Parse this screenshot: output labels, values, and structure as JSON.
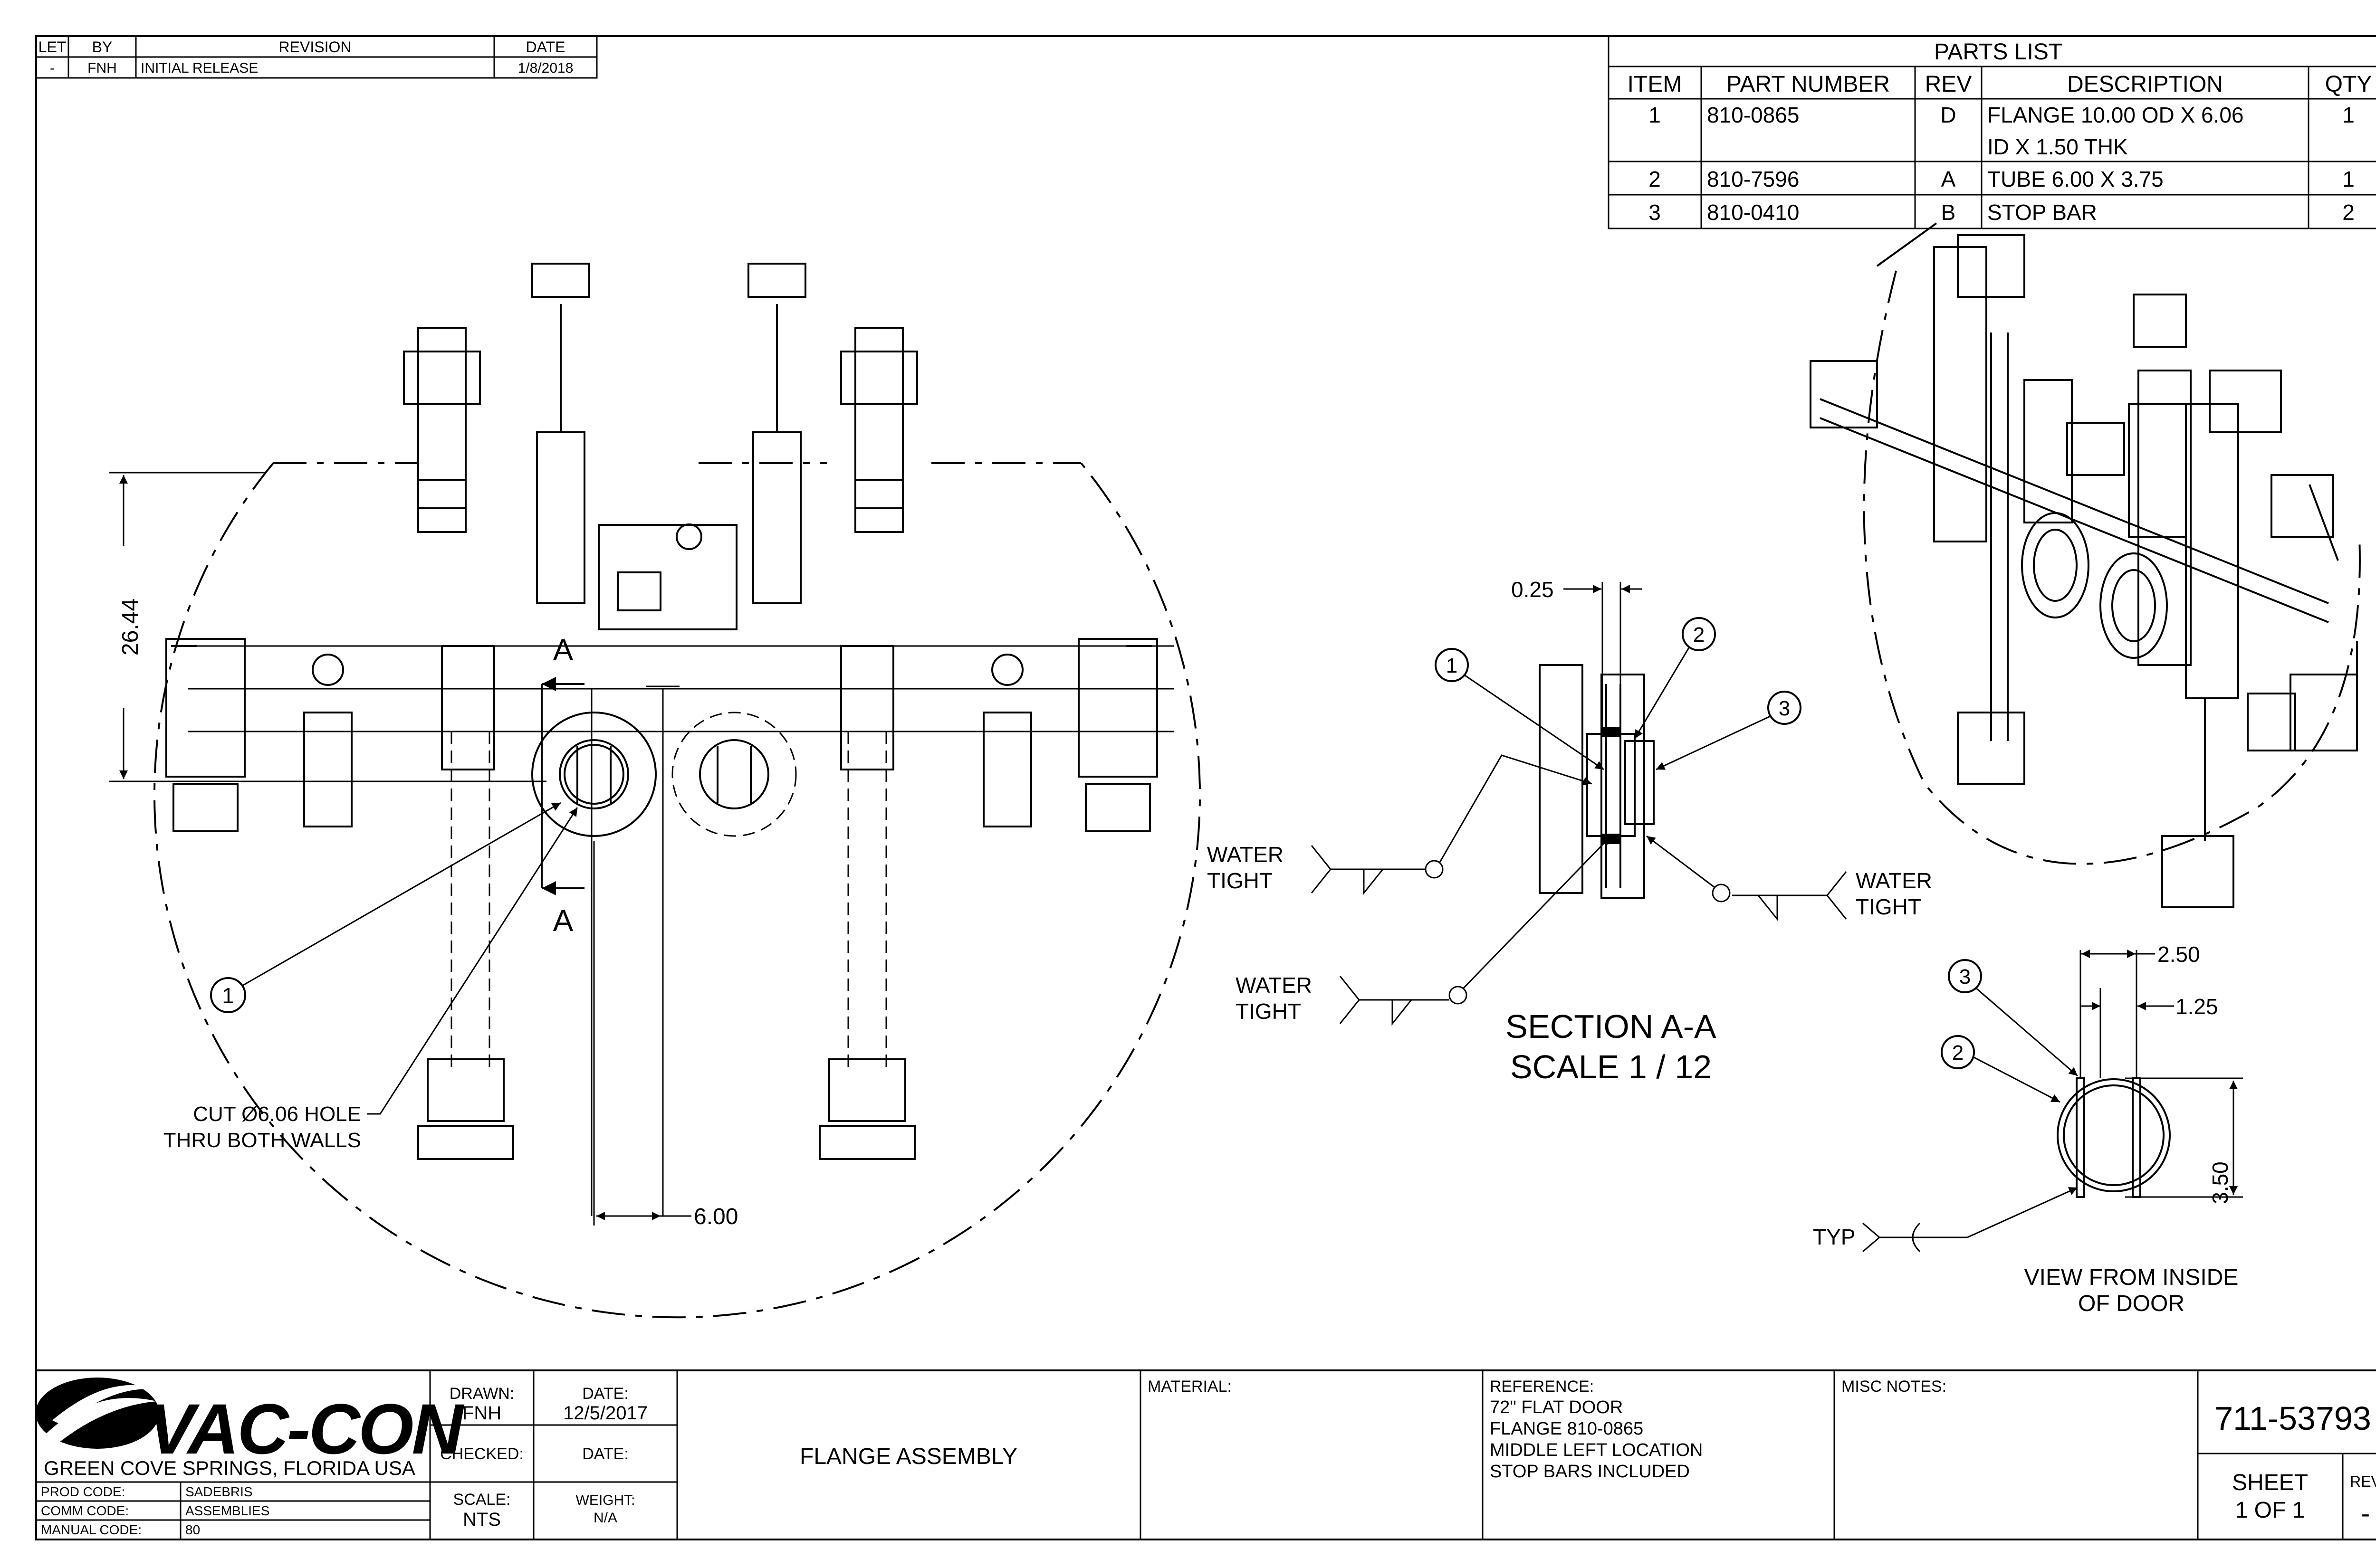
{
  "revision_block": {
    "headers": [
      "LET",
      "BY",
      "REVISION",
      "DATE"
    ],
    "rows": [
      [
        "-",
        "FNH",
        "INITIAL RELEASE",
        "1/8/2018"
      ]
    ]
  },
  "parts_list": {
    "title": "PARTS LIST",
    "headers": [
      "ITEM",
      "PART NUMBER",
      "REV",
      "DESCRIPTION",
      "QTY"
    ],
    "rows": [
      {
        "item": "1",
        "part": "810-0865",
        "rev": "D",
        "desc1": "FLANGE 10.00 OD X 6.06",
        "desc2": "ID X 1.50 THK",
        "qty": "1"
      },
      {
        "item": "2",
        "part": "810-7596",
        "rev": "A",
        "desc1": "TUBE 6.00 X 3.75",
        "desc2": "",
        "qty": "1"
      },
      {
        "item": "3",
        "part": "810-0410",
        "rev": "B",
        "desc1": "STOP BAR",
        "desc2": "",
        "qty": "2"
      }
    ]
  },
  "front_view": {
    "dim_height": "26.44",
    "dim_offset": "6.00",
    "section_letter": "A",
    "balloon_1": "1",
    "cut_note": [
      "CUT Ø6.06 HOLE",
      "THRU BOTH WALLS"
    ]
  },
  "section_view": {
    "title": "SECTION A-A",
    "scale": "SCALE 1 / 12",
    "dim_thk": "0.25",
    "balloons": [
      "1",
      "2",
      "3"
    ],
    "weld_note": [
      "WATER",
      "TIGHT"
    ]
  },
  "inside_view": {
    "title": [
      "VIEW FROM INSIDE",
      "OF DOOR"
    ],
    "dim_width": "2.50",
    "dim_half": "1.25",
    "dim_height": "3.50",
    "typ": "TYP",
    "balloons": [
      "3",
      "2"
    ]
  },
  "title_block": {
    "company": "VAC-CON",
    "location": "GREEN COVE SPRINGS, FLORIDA USA",
    "prod_code_label": "PROD CODE:",
    "prod_code": "SADEBRIS",
    "comm_code_label": "COMM CODE:",
    "comm_code": "ASSEMBLIES",
    "manual_code_label": "MANUAL CODE:",
    "manual_code": "80",
    "drawn_label": "DRAWN:",
    "drawn": "FNH",
    "date_label": "DATE:",
    "date": "12/5/2017",
    "checked_label": "CHECKED:",
    "checked_date_label": "DATE:",
    "scale_label": "SCALE:",
    "scale": "NTS",
    "weight_label": "WEIGHT:",
    "weight": "N/A",
    "title": "FLANGE ASSEMBLY",
    "material_label": "MATERIAL:",
    "reference_label": "REFERENCE:",
    "reference_lines": [
      "72\" FLAT DOOR",
      "FLANGE 810-0865",
      "MIDDLE LEFT LOCATION",
      "STOP BARS INCLUDED"
    ],
    "misc_label": "MISC NOTES:",
    "drawing_number": "711-53793",
    "sheet_label": "SHEET",
    "sheet": "1  OF 1",
    "rev_label": "REV",
    "rev": "-"
  }
}
